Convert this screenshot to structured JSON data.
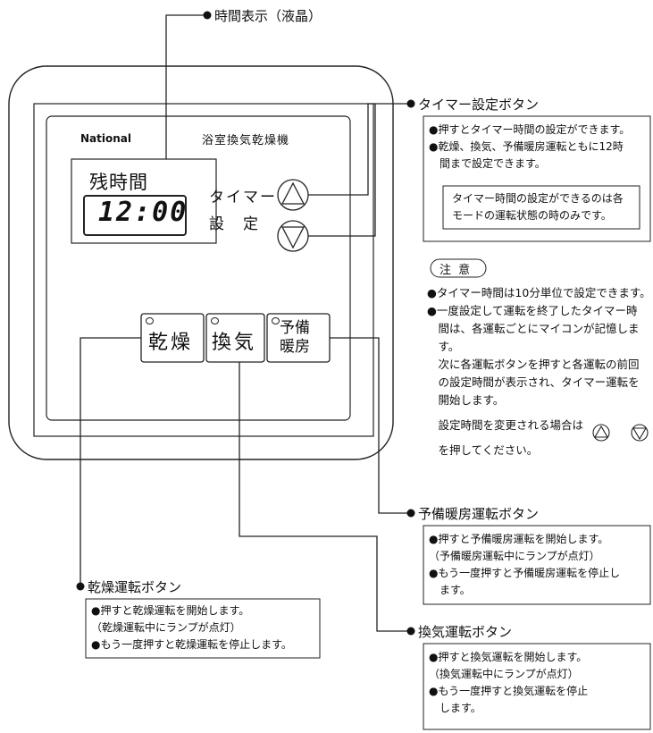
{
  "panel": {
    "brand": "National",
    "model": "浴室換気乾燥機",
    "remaining_label": "残時間",
    "time_display": "12:00",
    "timer_label_1": "タイマー",
    "timer_label_2": "設　定",
    "buttons": {
      "dry": "乾燥",
      "vent": "換気",
      "preheat_1": "予備",
      "preheat_2": "暖房"
    }
  },
  "callouts": {
    "time_display": {
      "title": "時間表示（液晶）"
    },
    "timer_set": {
      "title": "タイマー設定ボタン",
      "lines": [
        "●押すとタイマー時間の設定ができます。",
        "●乾燥、換気、予備暖房運転ともに12時",
        "　間まで設定できます。"
      ],
      "inner_note": [
        "タイマー時間の設定ができるのは各",
        "モードの運転状態の時のみです。"
      ]
    },
    "preheat": {
      "title": "予備暖房運転ボタン",
      "lines": [
        "●押すと予備暖房運転を開始します。",
        "（予備暖房運転中にランプが点灯）",
        "●もう一度押すと予備暖房運転を停止し",
        "　ます。"
      ]
    },
    "dry": {
      "title": "乾燥運転ボタン",
      "lines": [
        "●押すと乾燥運転を開始します。",
        "（乾燥運転中にランプが点灯）",
        "●もう一度押すと乾燥運転を停止します。"
      ]
    },
    "vent": {
      "title": "換気運転ボタン",
      "lines": [
        "●押すと換気運転を開始します。",
        "（換気運転中にランプが点灯）",
        "●もう一度押すと換気運転を停止",
        "　します。"
      ]
    }
  },
  "caution": {
    "title": "注 意",
    "lines": [
      "●タイマー時間は10分単位で設定できます。",
      "●一度設定して運転を終了したタイマー時",
      "　間は、各運転ごとにマイコンが記憶しま",
      "　す。",
      "　次に各運転ボタンを押すと各運転の前回",
      "　の設定時間が表示され、タイマー運転を",
      "　開始します。",
      "　設定時間を変更される場合は",
      "　を押してください。"
    ]
  }
}
